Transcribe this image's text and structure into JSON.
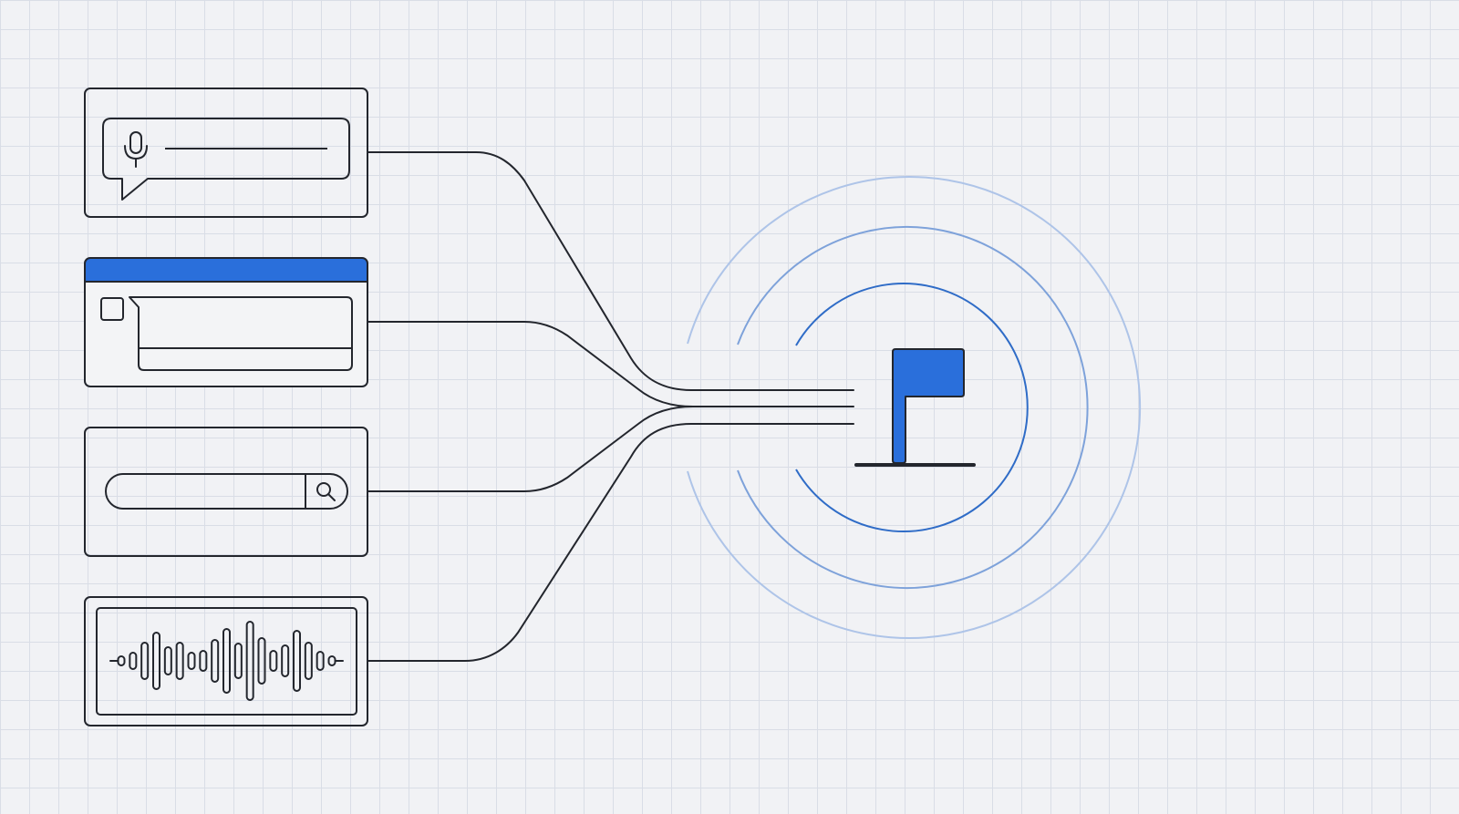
{
  "colors": {
    "background": "#f1f2f5",
    "grid": "#d9dde6",
    "ink": "#23262d",
    "accent": "#2a6fdb",
    "ring_inner": "#2f6cc7",
    "ring_mid": "#7ea2da",
    "ring_outer": "#aec4e8"
  },
  "inputs": [
    {
      "name": "voice-input-card",
      "icon": "microphone-icon"
    },
    {
      "name": "app-window-card",
      "icon": "window-icon"
    },
    {
      "name": "search-bar-card",
      "icon": "search-icon"
    },
    {
      "name": "audio-waveform-card",
      "icon": "waveform-icon"
    }
  ],
  "target": {
    "name": "goal-target",
    "icon": "flag-icon",
    "rings": 3
  }
}
